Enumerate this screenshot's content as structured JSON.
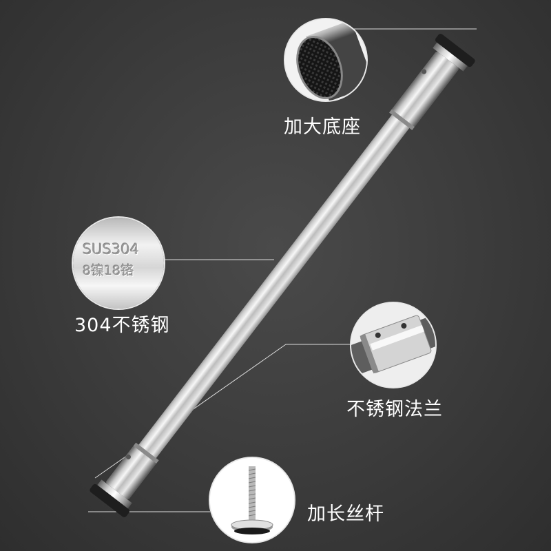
{
  "callouts": {
    "base": {
      "label": "加大底座"
    },
    "steel": {
      "label": "304不锈钢",
      "engraving_line1": "SUS304",
      "engraving_line2": "8镍18铬"
    },
    "flange": {
      "label": "不锈钢法兰"
    },
    "screw": {
      "label": "加长丝杆"
    }
  },
  "colors": {
    "background": "#3a3a3a",
    "label_text": "#ffffff",
    "leader_line": "#e0e0e0",
    "steel_highlight": "#f4f4f4",
    "steel_shadow": "#7a7a7a"
  }
}
